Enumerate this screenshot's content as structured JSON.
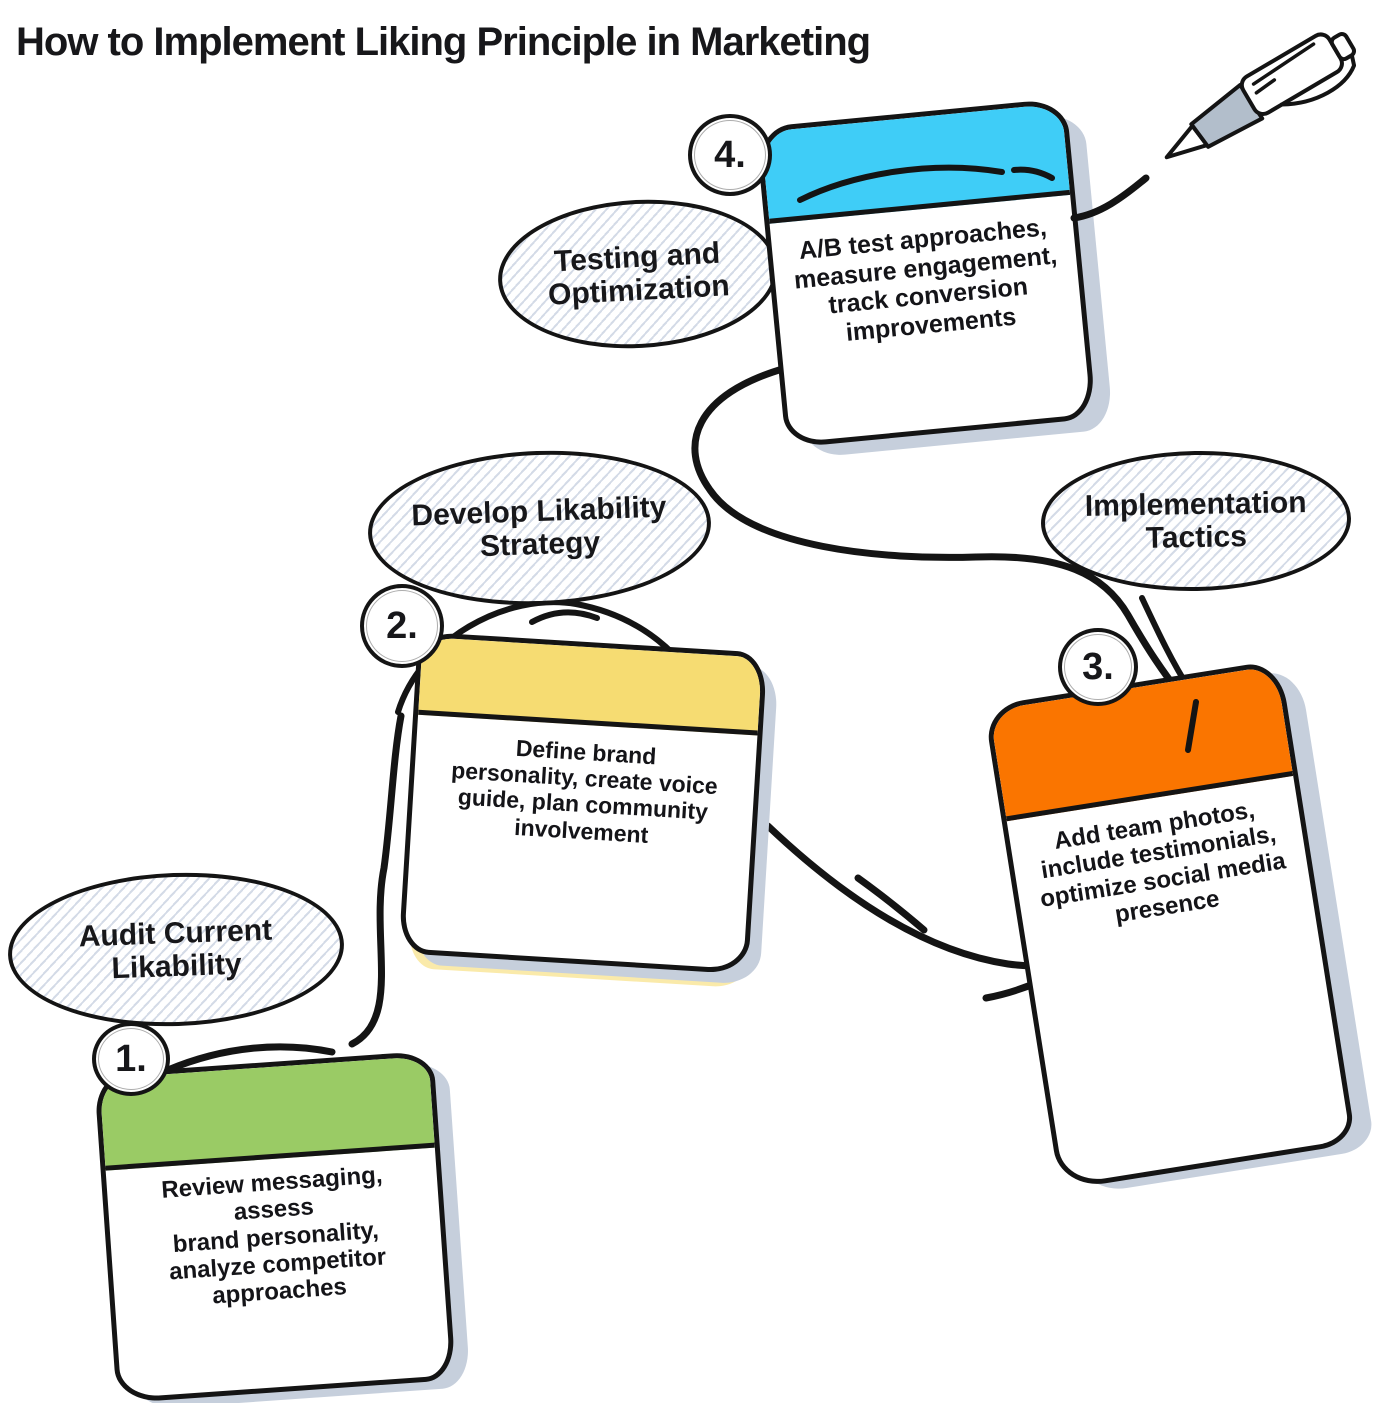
{
  "title": "How to Implement Liking Principle in Marketing",
  "steps": [
    {
      "number": "1.",
      "label": "Audit Current\nLikability",
      "note": "Review messaging, assess\nbrand personality,\nanalyze competitor\napproaches",
      "color": "#9ACB65"
    },
    {
      "number": "2.",
      "label": "Develop Likability\nStrategy",
      "note": "Define brand\npersonality, create voice\nguide, plan community\ninvolvement",
      "color": "#F6DC72"
    },
    {
      "number": "3.",
      "label": "Implementation\nTactics",
      "note": "Add team photos,\ninclude testimonials,\noptimize social media\npresence",
      "color": "#FA7500"
    },
    {
      "number": "4.",
      "label": "Testing and\nOptimization",
      "note": "A/B test approaches,\nmeasure engagement,\ntrack conversion\nimprovements",
      "color": "#3FCDF7"
    }
  ],
  "colors": {
    "ink": "#141414",
    "shadow": "#C6CFDC",
    "hatch_line": "#D4DBE7",
    "pen_grip": "#B2BECB",
    "background": "#FFFFFF"
  },
  "icons": {
    "pen": "ballpoint-pen"
  }
}
